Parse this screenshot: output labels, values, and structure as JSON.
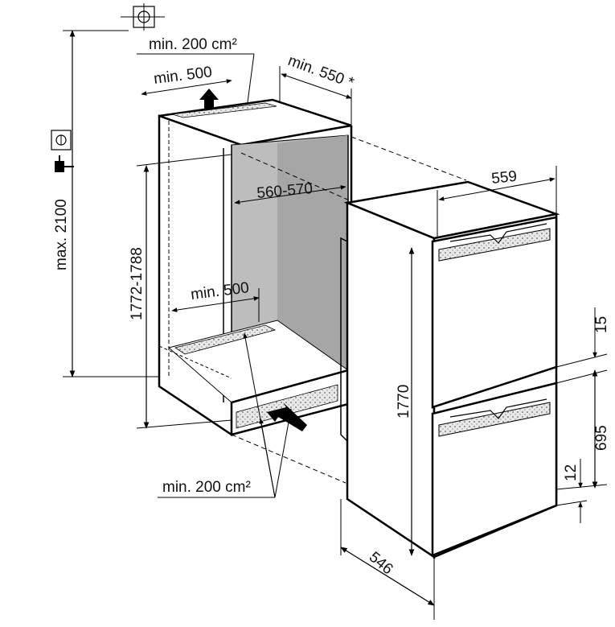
{
  "labels": {
    "max_height": "max. 2100",
    "min_vent_top": "min. 200 cm²",
    "min_depth_top": "min. 500",
    "min_550": "min. 550 *",
    "niche_width": "560-570",
    "niche_height": "1772-1788",
    "min_depth_bottom": "min. 500",
    "min_vent_bottom": "min. 200 cm²",
    "appliance_width": "559",
    "appliance_height": "1770",
    "appliance_depth": "546",
    "dim_15": "15",
    "dim_695": "695",
    "dim_12": "12"
  },
  "icons": [
    "crosshair-plug-icon",
    "socket-icon",
    "plug-icon",
    "airflow-arrow-icon"
  ]
}
